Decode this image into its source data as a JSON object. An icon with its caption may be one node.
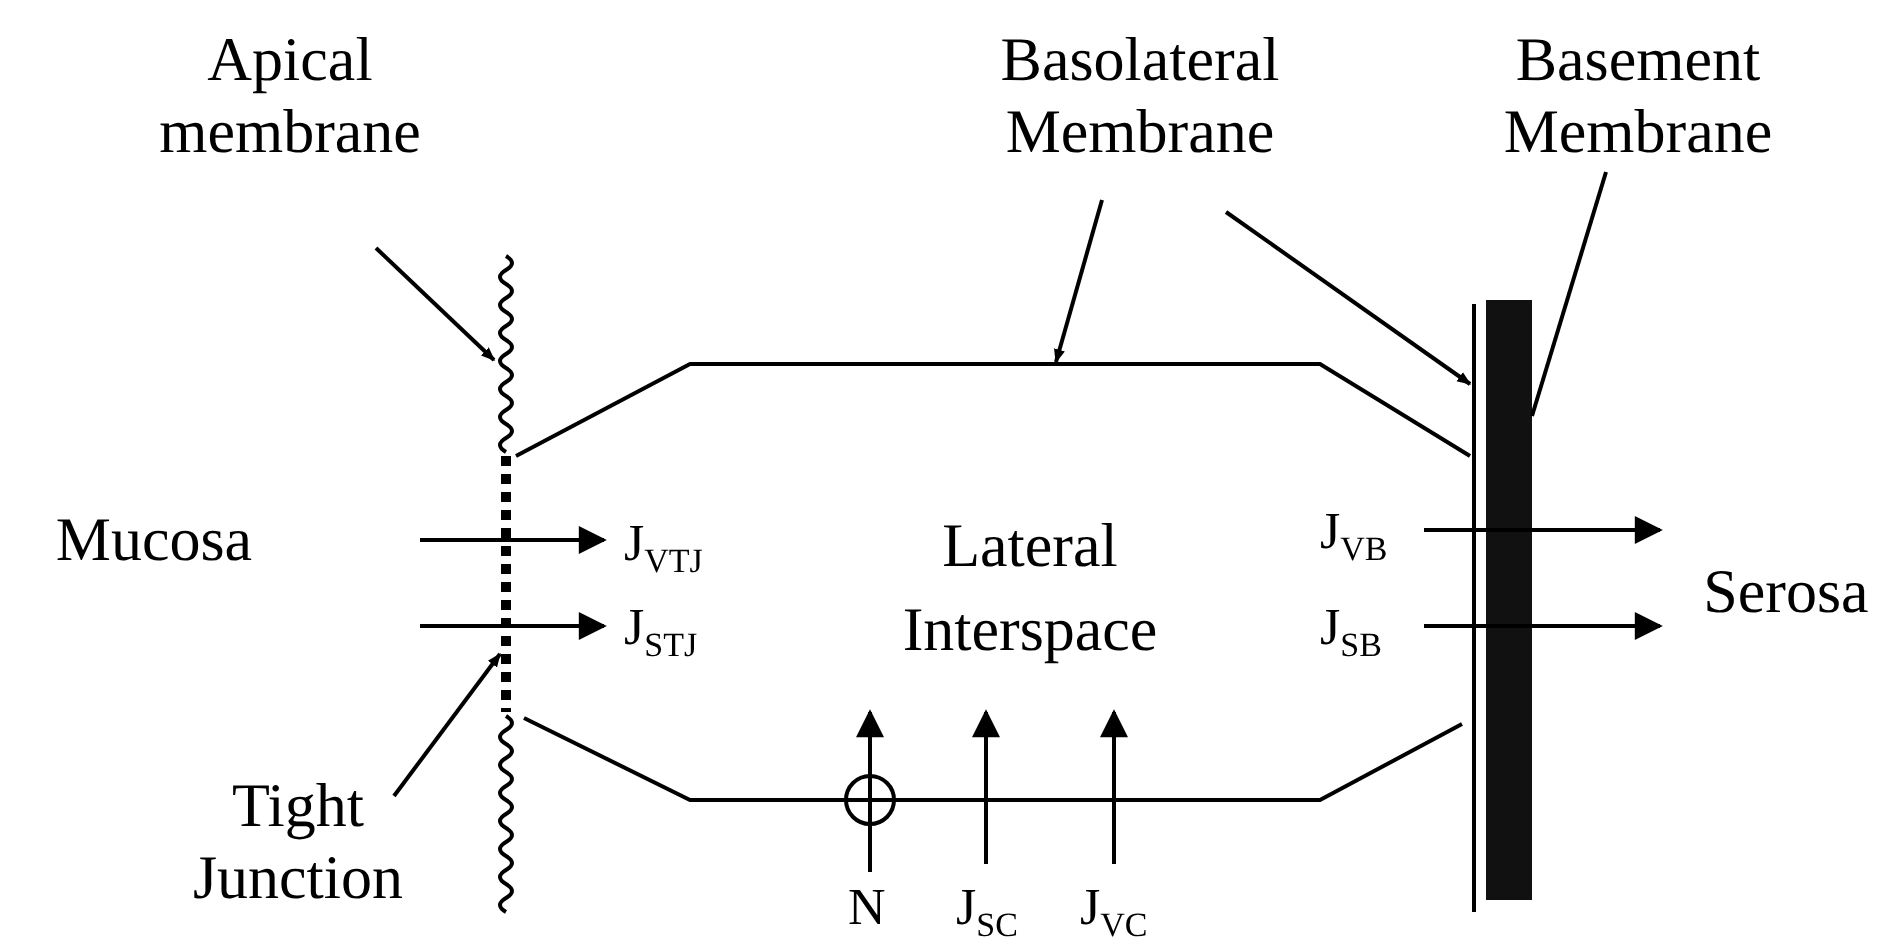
{
  "diagram": {
    "nodes": [
      {
        "text": [
          "Apical membrane"
        ]
      },
      {
        "text": [],
        "shape": "line"
      },
      {
        "text": [
          "Basolateral Membrane"
        ]
      },
      {
        "text": [],
        "shape": "line"
      },
      {
        "text": [],
        "shape": "line"
      },
      {
        "text": [
          "Basement Membrane"
        ]
      },
      {
        "text": [],
        "shape": "bar"
      },
      {
        "text": [
          "Tight Junction"
        ]
      },
      {
        "text": [],
        "shape": "line"
      },
      {
        "text": [
          "J$_{VTJ}$"
        ]
      },
      {
        "text": [
          "J$_{STJ}$"
        ]
      },
      {
        "text": [
          "J$_{VB}$"
        ]
      },
      {
        "text": [
          "J$_{SB}$"
        ]
      },
      {
        "text": [
          "N"
        ]
      },
      {
        "text": [
          "J$_{SC}$"
        ]
      },
      {
        "text": [
          "J$_{VC}$"
        ]
      }
    ],
    "edges": [
      {
        "from": 0,
        "to": 1,
        "arrow": "to"
      },
      {
        "from": 2,
        "to": 3,
        "arrow": "to"
      },
      {
        "from": 2,
        "to": 4,
        "arrow": "to"
      },
      {
        "from": 5,
        "to": 6,
        "arrow": "none"
      },
      {
        "from": 7,
        "to": 8,
        "arrow": "to"
      },
      {
        "from": null,
        "to": 9,
        "arrow": "to"
      },
      {
        "from": null,
        "to": 10,
        "arrow": "to"
      },
      {
        "from": 11,
        "to": null,
        "arrow": "to"
      },
      {
        "from": 12,
        "to": null,
        "arrow": "to"
      },
      {
        "from": 13,
        "to": null,
        "arrow": "to"
      },
      {
        "from": 14,
        "to": null,
        "arrow": "to"
      },
      {
        "from": 15,
        "to": null,
        "arrow": "to"
      }
    ],
    "labels": [
      "Mucosa",
      "Lateral Interspace",
      "Serosa"
    ]
  }
}
